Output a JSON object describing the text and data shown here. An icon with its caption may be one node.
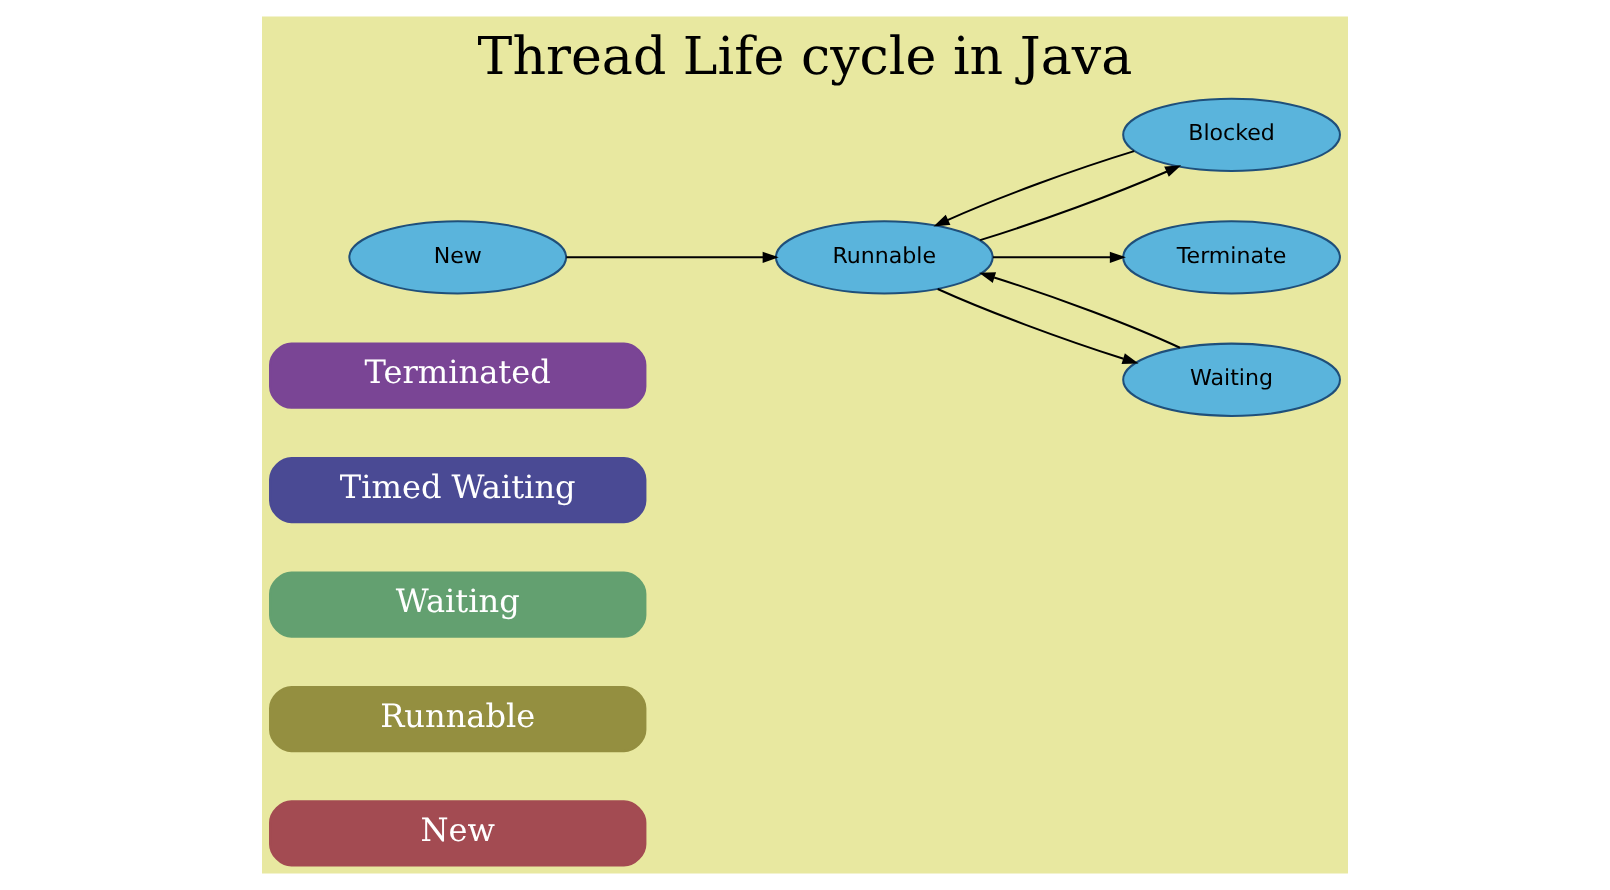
{
  "diagram": {
    "title": "Thread Life cycle in Java",
    "nodes": [
      {
        "text": [
          "New"
        ]
      },
      {
        "text": [
          "Runnable"
        ]
      },
      {
        "text": [
          "Waiting"
        ]
      },
      {
        "text": [
          "Timed Waiting"
        ]
      },
      {
        "text": [
          "Terminated"
        ]
      },
      {
        "text": [
          "New"
        ]
      },
      {
        "text": [
          "Blocked"
        ]
      },
      {
        "text": [
          "Runnable"
        ]
      },
      {
        "text": [
          "Terminate"
        ]
      },
      {
        "text": [
          "Waiting"
        ]
      }
    ],
    "edges": [
      {
        "from": 5,
        "to": 7,
        "arrow": "to"
      },
      {
        "from": 7,
        "to": 6,
        "arrow": "to"
      },
      {
        "from": 6,
        "to": 7,
        "arrow": "to"
      },
      {
        "from": 7,
        "to": 8,
        "arrow": "to"
      },
      {
        "from": 7,
        "to": 9,
        "arrow": "to"
      },
      {
        "from": 9,
        "to": 7,
        "arrow": "to"
      }
    ]
  }
}
